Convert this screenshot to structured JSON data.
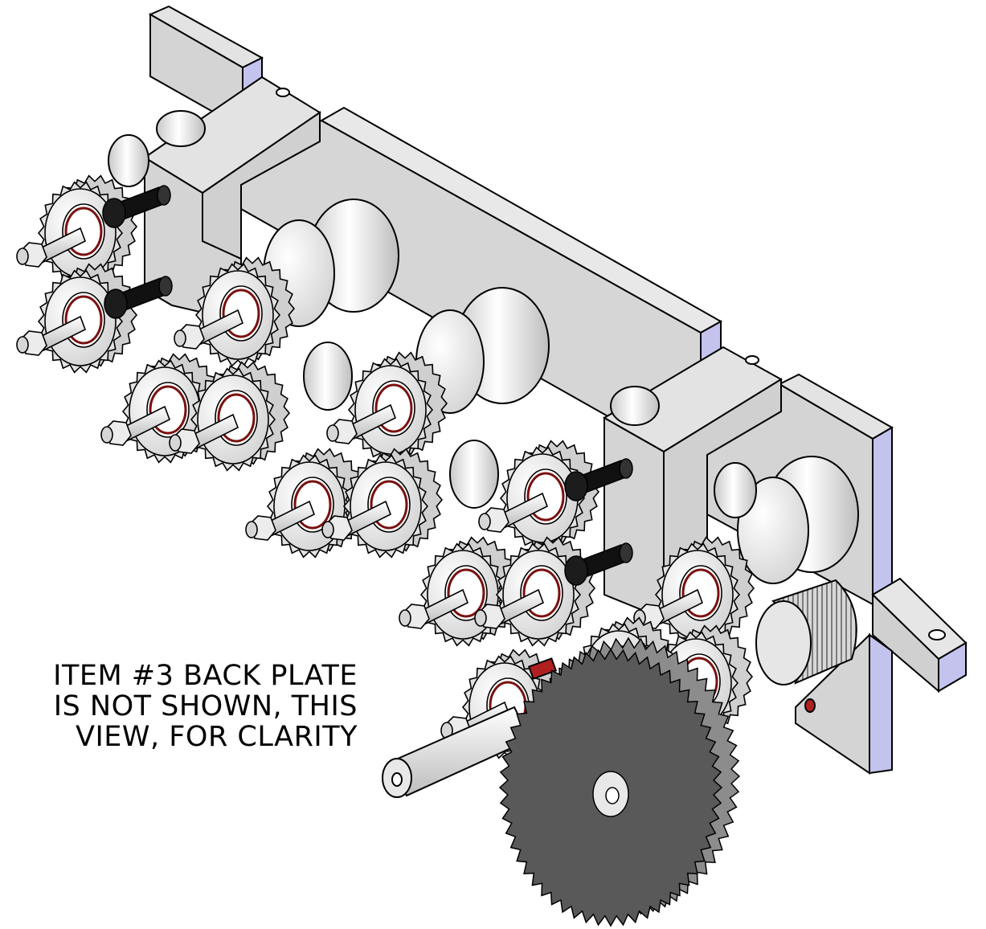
{
  "note": {
    "line1": "ITEM #3 BACK PLATE",
    "line2": "IS NOT SHOWN, THIS",
    "line3": "VIEW, FOR CLARITY"
  },
  "colors": {
    "plate_front": "#d4d4d4",
    "plate_top": "#e3e3e3",
    "plate_side": "#c3c3ee",
    "gear": "#e2e2e2",
    "big_gear": "#595959",
    "bolt": "#111111",
    "bearing_ring": "#7a1010",
    "outline": "#000000"
  }
}
